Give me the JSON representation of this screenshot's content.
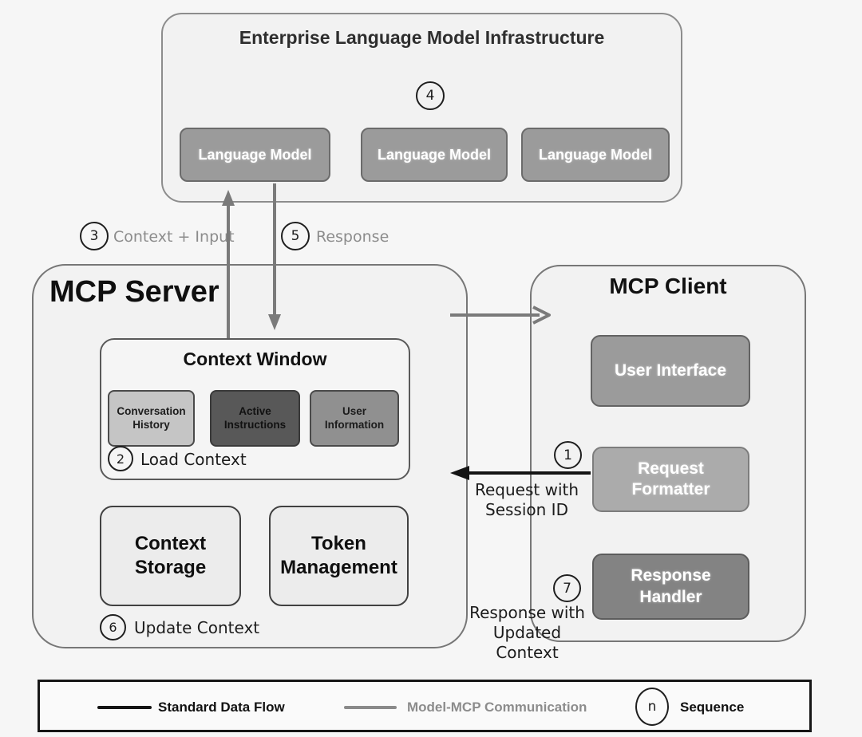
{
  "colors": {
    "page_bg": "#f6f6f6",
    "panel_bg": "#f2f2f2",
    "node_gray": "#9b9b9b",
    "node_light_gray": "#c5c5c5",
    "node_dark_gray": "#585858",
    "node_mid_gray": "#909090",
    "request_formatter_gray": "#ababab",
    "response_handler_gray": "#838383",
    "arrow_gray": "#7a7a7a",
    "arrow_black": "#141414",
    "note_gray": "#8c8c8c"
  },
  "enterprise": {
    "title": "Enterprise Language Model Infrastructure",
    "seq": "4",
    "models": [
      "Language Model",
      "Language Model",
      "Language Model"
    ]
  },
  "flows": {
    "context_input": {
      "seq": "3",
      "label": "Context + Input"
    },
    "response": {
      "seq": "5",
      "label": "Response"
    },
    "load_context": {
      "seq": "2",
      "label": "Load Context"
    },
    "update_context": {
      "seq": "6",
      "label": "Update Context"
    },
    "request": {
      "seq": "1",
      "label": "Request with\nSession ID"
    },
    "response_updated": {
      "seq": "7",
      "label": "Response with\nUpdated Context"
    }
  },
  "server": {
    "title": "MCP Server",
    "context_window": {
      "title": "Context Window",
      "items": [
        "Conversation\nHistory",
        "Active\nInstructions",
        "User\nInformation"
      ]
    },
    "storage": "Context\nStorage",
    "token": "Token\nManagement"
  },
  "client": {
    "title": "MCP Client",
    "user_interface": "User Interface",
    "request_formatter": "Request\nFormatter",
    "response_handler": "Response\nHandler"
  },
  "legend": {
    "standard": "Standard Data Flow",
    "model_mcp": "Model-MCP Communication",
    "sequence_symbol": "n",
    "sequence_label": "Sequence"
  }
}
